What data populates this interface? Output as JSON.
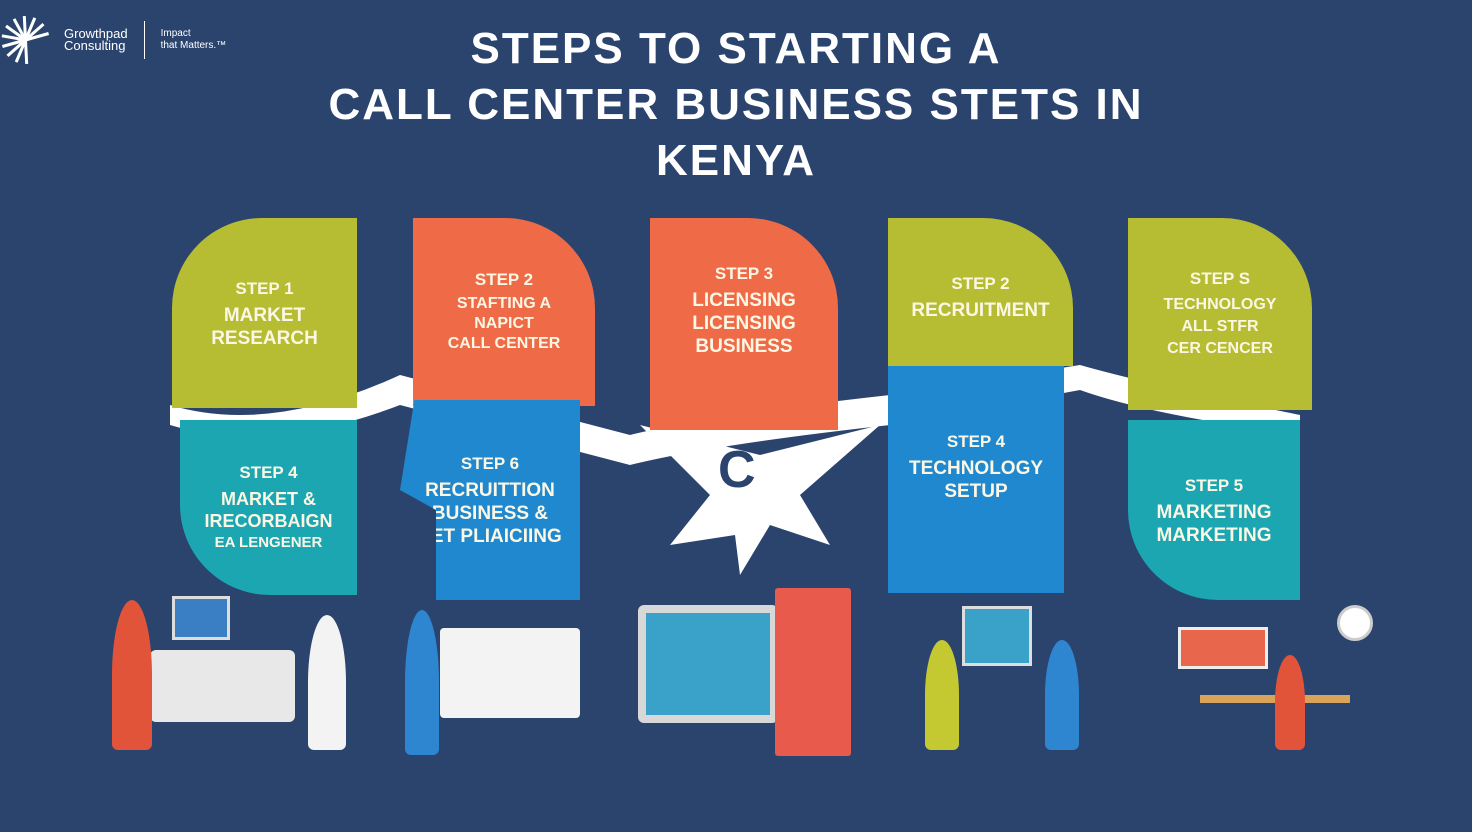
{
  "logo": {
    "brand_line1": "Growthpad",
    "brand_line2": "Consulting",
    "tagline_line1": "Impact",
    "tagline_line2": "that Matters.™"
  },
  "title": {
    "line1": "STEPS TO STARTING A",
    "line2": "CALL CENTER  BUSINESS STETS IN",
    "line3": "KENYA"
  },
  "steps": [
    {
      "step": "STEP 1",
      "lines": [
        "MARKET",
        "RESEARCH"
      ]
    },
    {
      "step": "STEP 2",
      "lines": [
        "STAFTING A",
        "NAPICT",
        "CALL CENTER"
      ]
    },
    {
      "step": "STEP 3",
      "lines": [
        "LICENSING",
        "LICENSING",
        "BUSINESS"
      ]
    },
    {
      "step": "STEP 2",
      "lines": [
        "RECRUITMENT"
      ]
    },
    {
      "step": "STEP S",
      "lines": [
        "TECHNOLOGY",
        "ALL  STFR",
        "CER  CENCER"
      ]
    },
    {
      "step": "STEP 4",
      "lines": [
        "MARKET &",
        "IRECORBAIGN",
        "EA LENGENER"
      ]
    },
    {
      "step": "STEP 6",
      "lines": [
        "RECRUITTION",
        "BUSINESS &",
        "SET PLIAICIING"
      ]
    },
    {
      "step": "STEP 4",
      "lines": [
        "TECHNOLOGY",
        "SETUP"
      ]
    },
    {
      "step": "STEP 5",
      "lines": [
        "MARKETING",
        "MARKETING"
      ]
    }
  ],
  "center_letter": "C",
  "colors": {
    "background": "#2b446e",
    "green": "#b6bd33",
    "orange": "#ef6b47",
    "teal": "#1ba6b1",
    "blue": "#1f88cf"
  }
}
